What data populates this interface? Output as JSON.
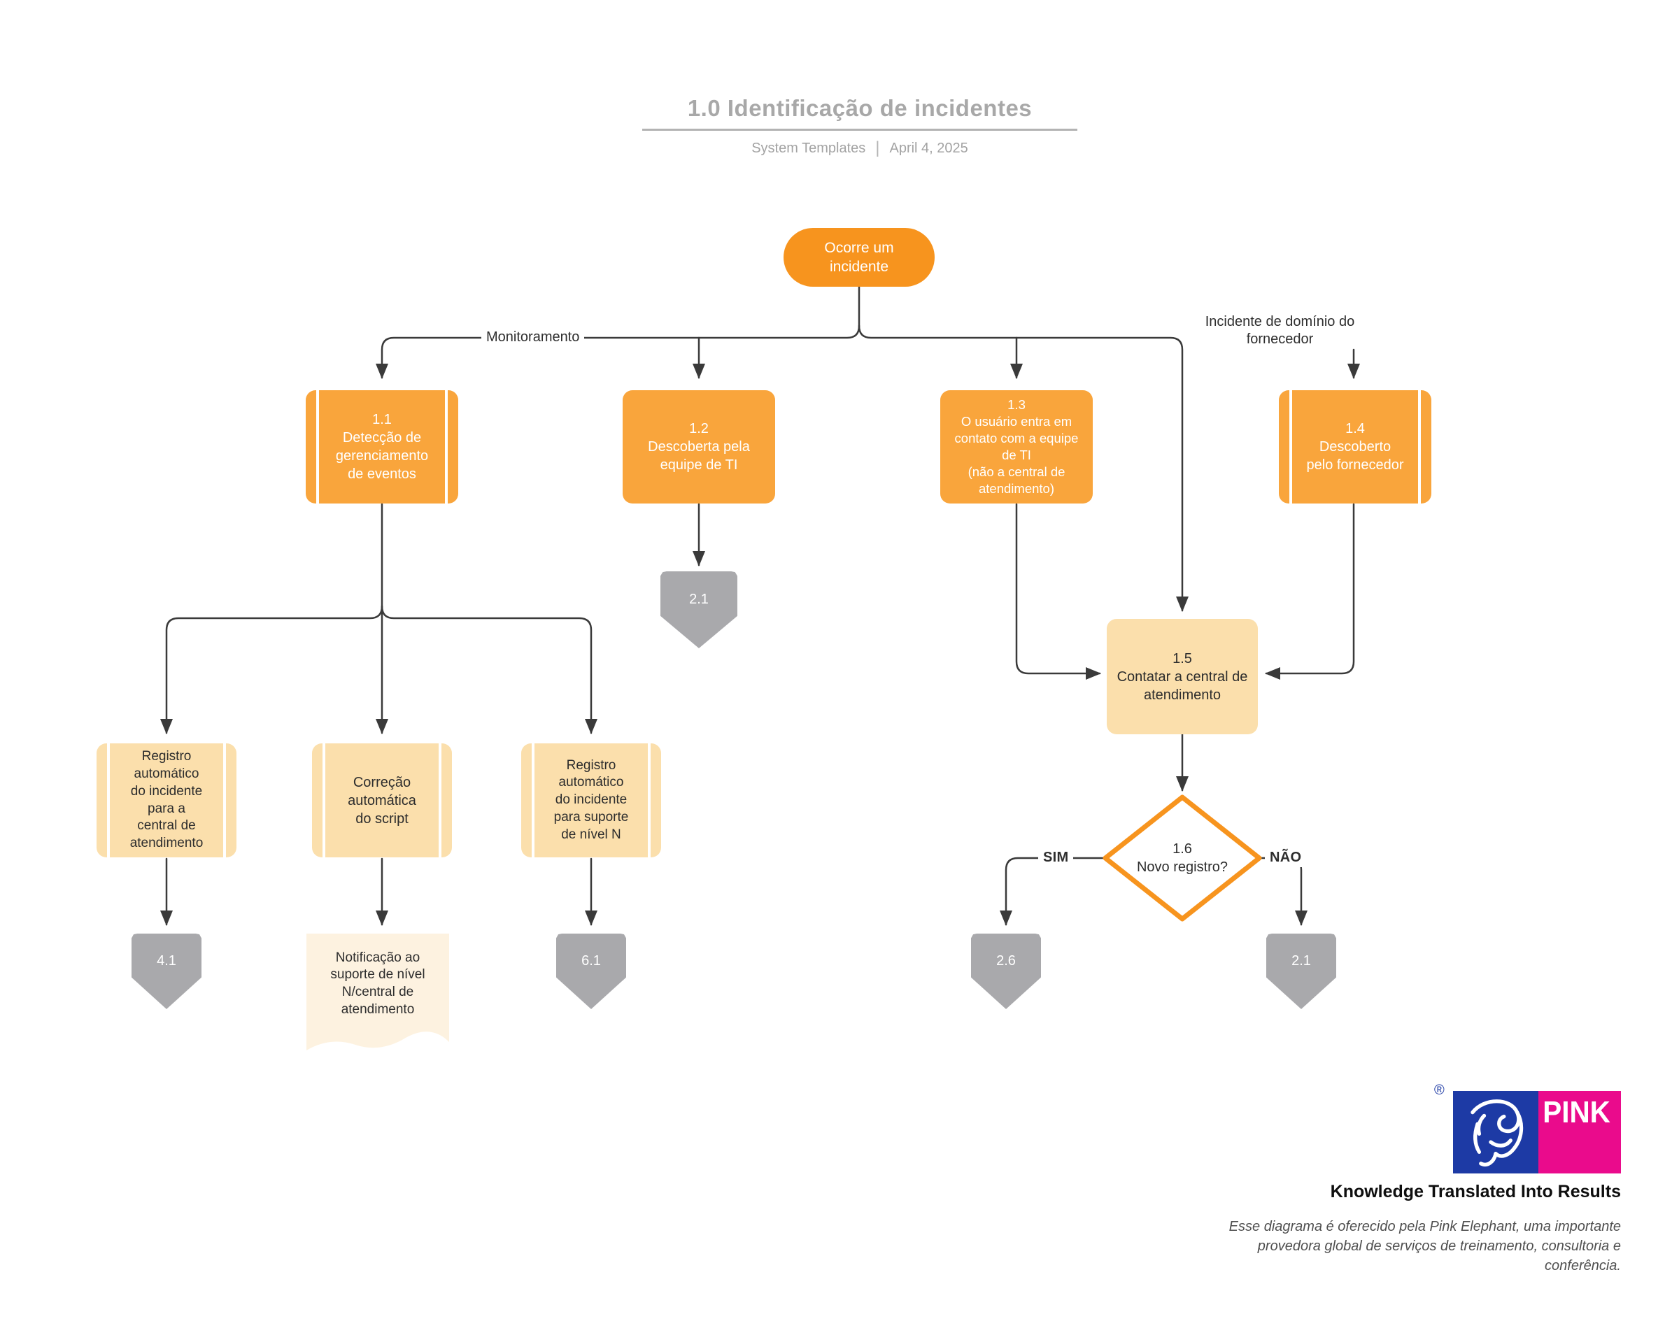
{
  "header": {
    "title": "1.0 Identificação de incidentes",
    "source": "System Templates",
    "divider": "|",
    "date": "April 4, 2025"
  },
  "nodes": {
    "start": "Ocorre um\nincidente",
    "n1_1": "1.1\nDetecção de\ngerenciamento\nde eventos",
    "n1_2": "1.2\nDescoberta pela\nequipe de TI",
    "n1_3": "1.3\nO usuário entra em\ncontato com a equipe\nde TI\n(não a central de\natendimento)",
    "n1_4": "1.4\nDescoberto\npelo fornecedor",
    "n1_5": "1.5\nContatar a central de\natendimento",
    "n1_6": "1.6\nNovo registro?",
    "auto_reg_central": "Registro\nautomático\ndo incidente\npara a\ncentral de\natendimento",
    "auto_script": "Correção\nautomática\ndo script",
    "auto_reg_level_n": "Registro\nautomático\ndo incidente\npara suporte\nde nível N",
    "notification_doc": "Notificação ao\nsuporte de nível\nN/central de\natendimento"
  },
  "connector_labels": {
    "monitoring": "Monitoramento",
    "vendor": "Incidente de domínio do\nfornecedor",
    "yes": "SIM",
    "no": "NÃO"
  },
  "offpage": {
    "to_2_1_a": "2.1",
    "to_4_1": "4.1",
    "to_6_1": "6.1",
    "to_2_6": "2.6",
    "to_2_1_b": "2.1"
  },
  "footer": {
    "registered": "®",
    "brand": "PINK",
    "tagline": "Knowledge Translated Into Results",
    "disclaimer": "Esse diagrama é oferecido pela Pink Elephant, uma importante provedora global de serviços de treinamento, consultoria e conferência."
  },
  "colors": {
    "orange": "#F9A53C",
    "orange_deep": "#F7941E",
    "peach": "#FBDFAC",
    "doc_bg": "#FDF2E0",
    "gray": "#A9A9AC",
    "line": "#3A3A3A",
    "blue": "#1D3AA5",
    "pink": "#EA0B8C"
  }
}
